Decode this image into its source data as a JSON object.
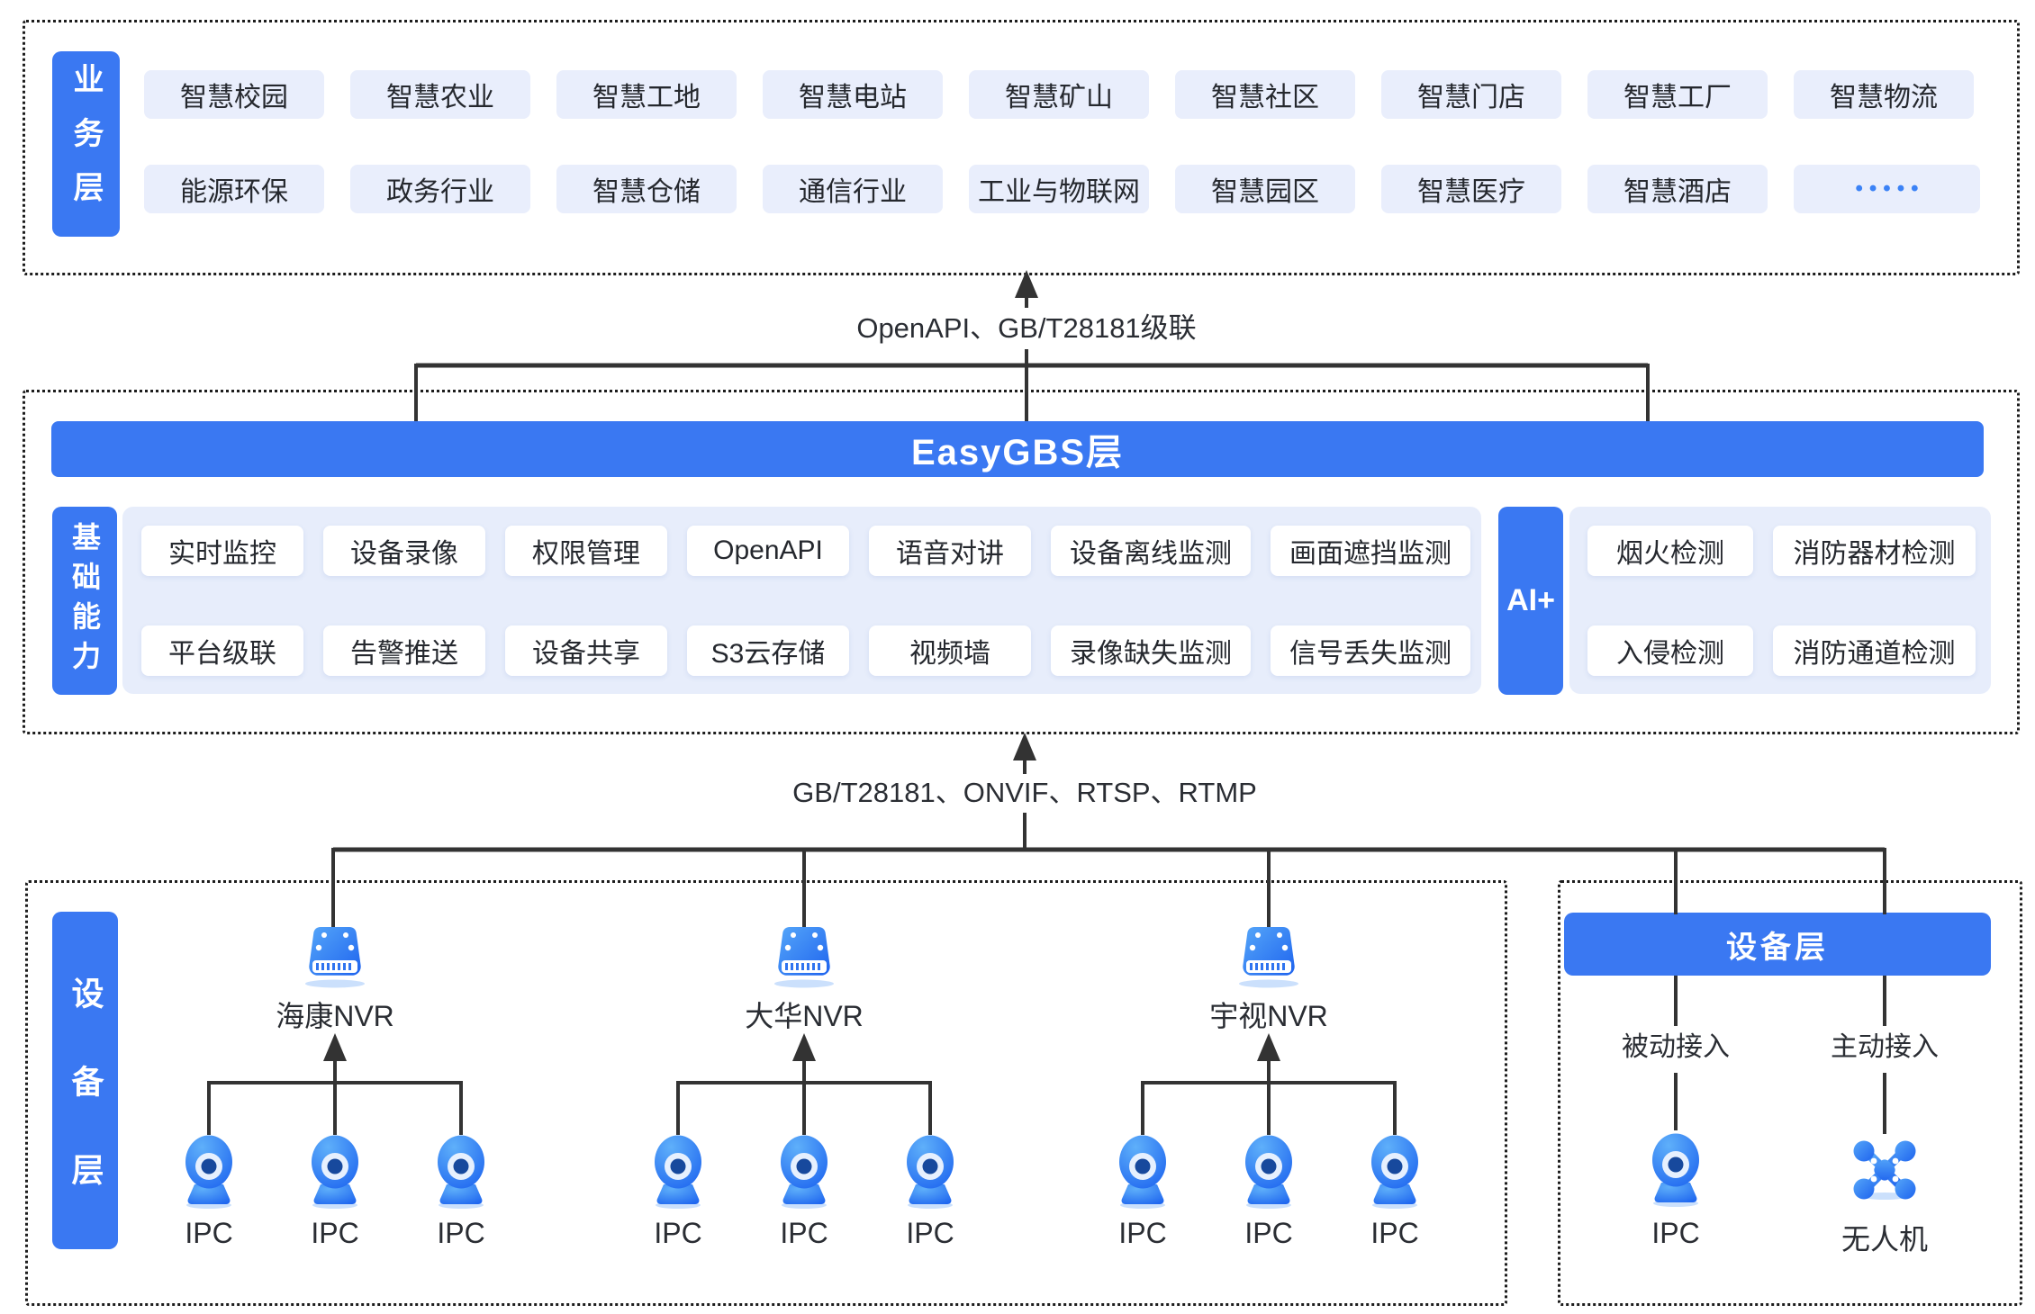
{
  "colors": {
    "accent_blue": "#3A78F2",
    "chip_bg": "#E9EEFC",
    "container_bg": "#E7EDFB",
    "connector_line": "#333333",
    "text_dark": "#25282E",
    "dots_blue": "#3B82F6"
  },
  "business_layer": {
    "label": "业务层",
    "row1": [
      "智慧校园",
      "智慧农业",
      "智慧工地",
      "智慧电站",
      "智慧矿山",
      "智慧社区",
      "智慧门店",
      "智慧工厂",
      "智慧物流"
    ],
    "row2": [
      "能源环保",
      "政务行业",
      "智慧仓储",
      "通信行业",
      "工业与物联网",
      "智慧园区",
      "智慧医疗",
      "智慧酒店"
    ],
    "more": "•••••"
  },
  "connectors": {
    "top_label": "OpenAPI、GB/T28181级联",
    "bottom_label": "GB/T28181、ONVIF、RTSP、RTMP"
  },
  "platform_layer": {
    "banner": "EasyGBS层",
    "capabilities": {
      "label": "基础能力",
      "row1": [
        "实时监控",
        "设备录像",
        "权限管理",
        "OpenAPI",
        "语音对讲",
        "设备离线监测",
        "画面遮挡监测"
      ],
      "row2": [
        "平台级联",
        "告警推送",
        "设备共享",
        "S3云存储",
        "视频墙",
        "录像缺失监测",
        "信号丢失监测"
      ]
    },
    "ai": {
      "label": "AI+",
      "row1": [
        "烟火检测",
        "消防器材检测"
      ],
      "row2": [
        "入侵检测",
        "消防通道检测"
      ]
    }
  },
  "device_layer": {
    "label": "设备层",
    "groups": [
      {
        "name": "海康NVR",
        "ipcs": [
          "IPC",
          "IPC",
          "IPC"
        ]
      },
      {
        "name": "大华NVR",
        "ipcs": [
          "IPC",
          "IPC",
          "IPC"
        ]
      },
      {
        "name": "宇视NVR",
        "ipcs": [
          "IPC",
          "IPC",
          "IPC"
        ]
      }
    ],
    "direct": {
      "banner": "设备层",
      "passive": {
        "mode": "被动接入",
        "device": "IPC"
      },
      "active": {
        "mode": "主动接入",
        "device": "无人机"
      }
    }
  },
  "icons": {
    "nvr": "nvr-recorder-icon",
    "ipc": "webcam-icon",
    "drone": "drone-icon"
  }
}
